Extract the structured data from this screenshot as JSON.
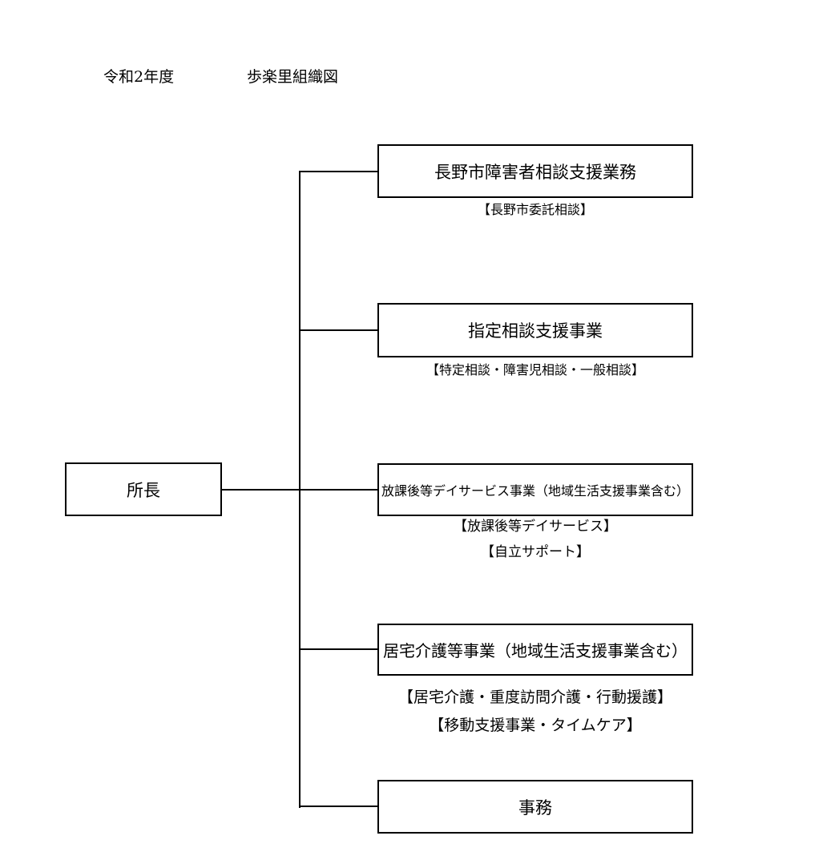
{
  "page": {
    "background_color": "#ffffff",
    "line_color": "#000000"
  },
  "header": {
    "fiscal_year": "令和2年度",
    "title": "歩楽里組織図"
  },
  "org_chart": {
    "root": {
      "label": "所長"
    },
    "departments": [
      {
        "label": "長野市障害者相談支援業務",
        "captions": [
          "【長野市委託相談】"
        ]
      },
      {
        "label": "指定相談支援事業",
        "captions": [
          "【特定相談・障害児相談・一般相談】"
        ]
      },
      {
        "label": "放課後等デイサービス事業（地域生活支援事業含む）",
        "captions": [
          "【放課後等デイサービス】",
          "【自立サポート】"
        ]
      },
      {
        "label": "居宅介護等事業（地域生活支援事業含む）",
        "captions": [
          "【居宅介護・重度訪問介護・行動援護】",
          "【移動支援事業・タイムケア】"
        ]
      },
      {
        "label": "事務",
        "captions": []
      }
    ]
  }
}
